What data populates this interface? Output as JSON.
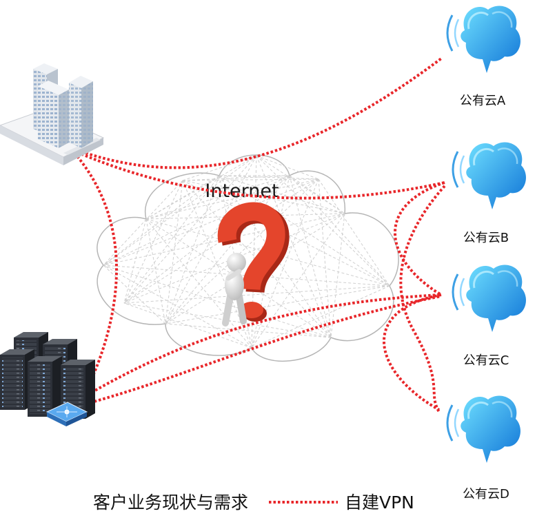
{
  "diagram": {
    "internet": {
      "label": "Internet",
      "icon": "question-mark-person-icon"
    },
    "sites": {
      "office_icon": "office-building-icon",
      "datacenter_icon": "server-rack-icon",
      "gateway_icon": "vpn-gateway-icon"
    },
    "public_clouds": [
      {
        "label": "公有云A",
        "icon": "public-cloud-icon"
      },
      {
        "label": "公有云B",
        "icon": "public-cloud-icon"
      },
      {
        "label": "公有云C",
        "icon": "public-cloud-icon"
      },
      {
        "label": "公有云D",
        "icon": "public-cloud-icon"
      }
    ],
    "legend": {
      "caption": "客户业务现状与需求",
      "vpn_label": "自建VPN"
    }
  },
  "colors": {
    "vpn_line": "#e8262a",
    "internet_outline": "#b5b5b5",
    "public_cloud_light": "#6fe0ff",
    "public_cloud_dark": "#0f73d6",
    "question_mark": "#e4452c"
  }
}
